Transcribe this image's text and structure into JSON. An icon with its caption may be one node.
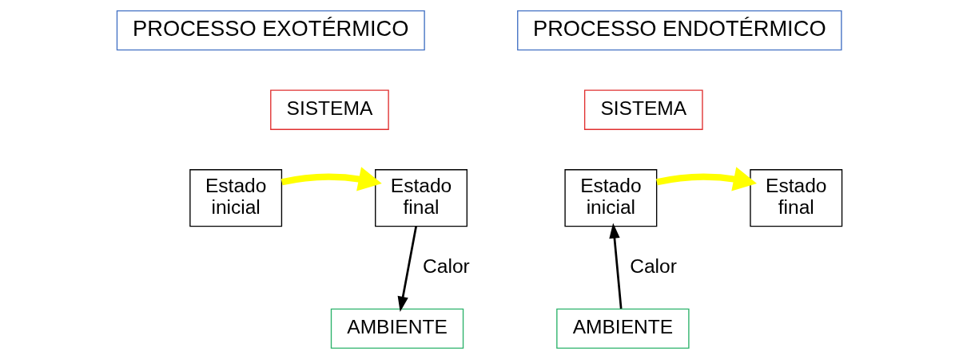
{
  "diagram": {
    "nodes": [
      {
        "text": [
          "PROCESSO EXOTÉRMICO"
        ]
      },
      {
        "text": [
          "PROCESSO ENDOTÉRMICO"
        ]
      },
      {
        "text": [
          "SISTEMA"
        ]
      },
      {
        "text": [
          "SISTEMA"
        ]
      },
      {
        "text": [
          "Estado inicial"
        ]
      },
      {
        "text": [
          "Estado final"
        ]
      },
      {
        "text": [
          "Estado inicial"
        ]
      },
      {
        "text": [
          "Estado final"
        ]
      },
      {
        "text": [
          "AMBIENTE"
        ]
      },
      {
        "text": [
          "AMBIENTE"
        ]
      }
    ],
    "edges": [
      {
        "from": 4,
        "to": 5,
        "arrow": "to",
        "style": "thick",
        "color": "#ffff00"
      },
      {
        "from": 5,
        "to": 8,
        "arrow": "to",
        "label": "Calor",
        "color": "#000000"
      },
      {
        "from": 6,
        "to": 7,
        "arrow": "to",
        "style": "thick",
        "color": "#ffff00"
      },
      {
        "from": 9,
        "to": 6,
        "arrow": "to",
        "label": "Calor",
        "color": "#000000"
      }
    ]
  }
}
